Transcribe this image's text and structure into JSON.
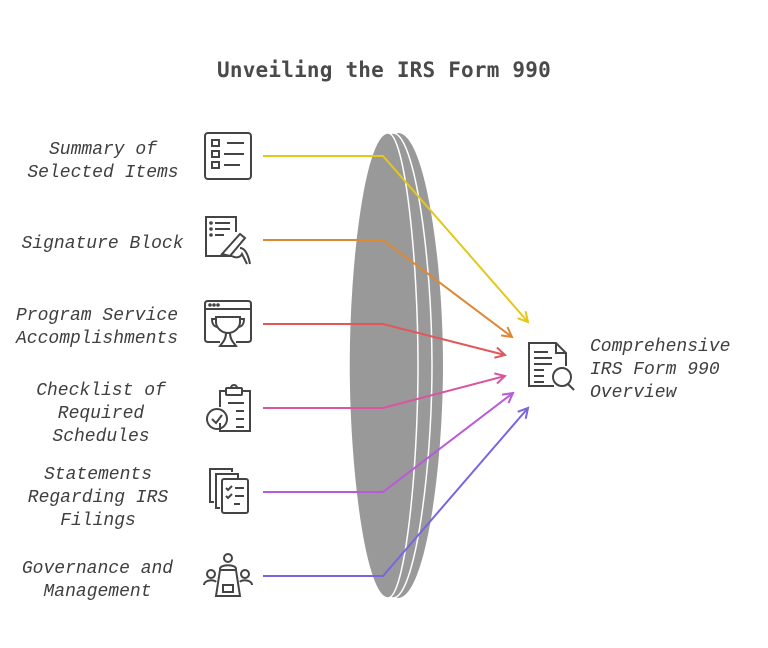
{
  "title": "Unveiling the IRS Form 990",
  "inputs": [
    {
      "label": "Summary of\nSelected Items",
      "icon": "checklist-list-icon",
      "color": "#e2c81b"
    },
    {
      "label": "Signature Block",
      "icon": "document-signature-icon",
      "color": "#de8734"
    },
    {
      "label": "Program Service\nAccomplishments",
      "icon": "trophy-window-icon",
      "color": "#e2585a"
    },
    {
      "label": "Checklist of\nRequired\nSchedules",
      "icon": "clipboard-check-icon",
      "color": "#d9559f"
    },
    {
      "label": "Statements\nRegarding IRS\nFilings",
      "icon": "stacked-checklist-icon",
      "color": "#b85ad9"
    },
    {
      "label": "Governance and\nManagement",
      "icon": "meeting-table-icon",
      "color": "#7c64e0"
    }
  ],
  "output": {
    "label": "Comprehensive\nIRS Form 990\nOverview",
    "icon": "document-search-icon"
  },
  "colors": {
    "text": "#3f3f3f",
    "lens": "#999999",
    "icon_stroke": "#444444"
  }
}
